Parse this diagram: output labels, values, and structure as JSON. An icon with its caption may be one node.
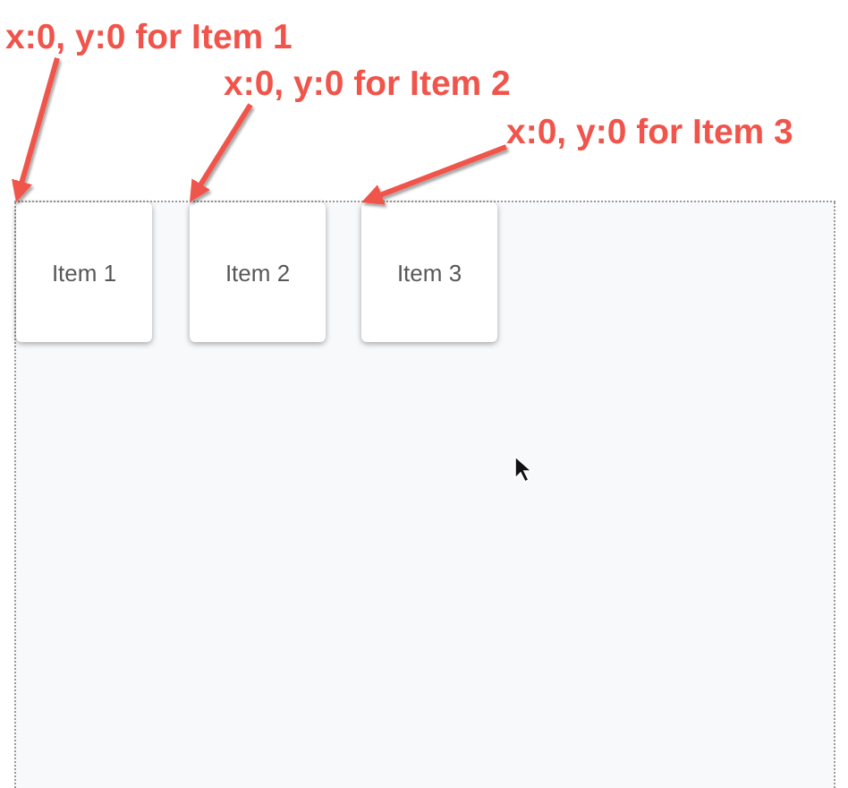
{
  "diagram": {
    "nodes": [
      {
        "text": [
          "x:0, y:0 for Item 1"
        ]
      },
      {
        "text": [
          "x:0, y:0 for Item 2"
        ]
      },
      {
        "text": [
          "x:0, y:0 for Item 3"
        ]
      },
      {
        "text": [],
        "shape": "box"
      },
      {
        "text": [
          "Item 1"
        ],
        "in": 3
      },
      {
        "text": [
          "Item 2"
        ],
        "in": 3
      },
      {
        "text": [
          "Item 3"
        ],
        "in": 3
      }
    ],
    "edges": [
      {
        "from": 0,
        "to": 4,
        "arrow": "to"
      },
      {
        "from": 1,
        "to": 5,
        "arrow": "to"
      },
      {
        "from": 2,
        "to": 6,
        "arrow": "to"
      }
    ]
  }
}
